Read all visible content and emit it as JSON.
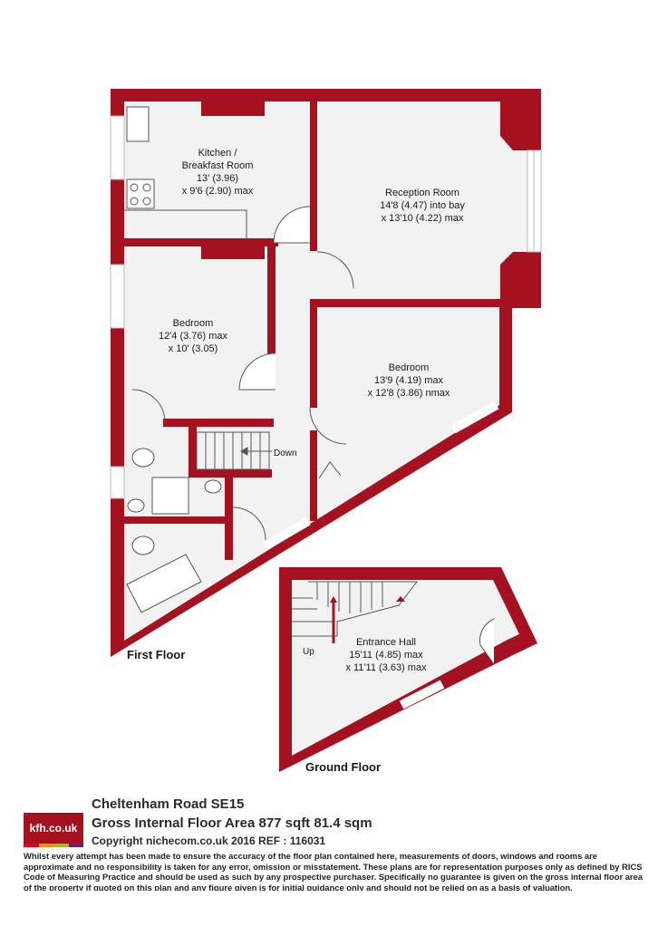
{
  "rooms": {
    "kitchen": {
      "name": "Kitchen /",
      "name2": "Breakfast Room",
      "dim1": "13' (3.96)",
      "dim2": "x 9'6 (2.90) max"
    },
    "reception": {
      "name": "Reception Room",
      "dim1": "14'8 (4.47) into bay",
      "dim2": "x 13'10 (4.22) max"
    },
    "bedroom1": {
      "name": "Bedroom",
      "dim1": "12'4 (3.76) max",
      "dim2": "x 10' (3.05)"
    },
    "bedroom2": {
      "name": "Bedroom",
      "dim1": "13'9 (4.19) max",
      "dim2": "x 12'8 (3.86) nmax"
    },
    "hall": {
      "name": "Entrance Hall",
      "dim1": "15'11 (4.85) max",
      "dim2": "x 11'11 (3.63) max"
    }
  },
  "labels": {
    "down": "Down",
    "up": "Up",
    "first_floor": "First Floor",
    "ground_floor": "Ground Floor"
  },
  "footer": {
    "logo": "kfh.co.uk",
    "address": "Cheltenham Road  SE15",
    "gia": "Gross Internal Floor Area 877 sqft 81.4 sqm",
    "copyright": "Copyright nichecom.co.uk 2016 REF : 116031",
    "disclaimer": "Whilst every attempt has been made to ensure the accuracy of the floor plan contained here, measurements of doors, windows and rooms are approximate and no responsibility is taken for any error, omission or misstatement.  These plans are for representation purposes only as defined by RICS Code of Measuring Practice and should be used as such by any prospective purchaser.  Specifically no guarantee is given on the gross internal floor area of the property if quoted on this plan and any figure given is for initial guidance only and should not be relied on as a basis of valuation."
  },
  "colors": {
    "wall": "#a6111f",
    "floor": "#f2f2f2",
    "stripe1": "#e2001a",
    "stripe2": "#f39200",
    "stripe3": "#95c11f",
    "stripe4": "#6a1e74"
  }
}
